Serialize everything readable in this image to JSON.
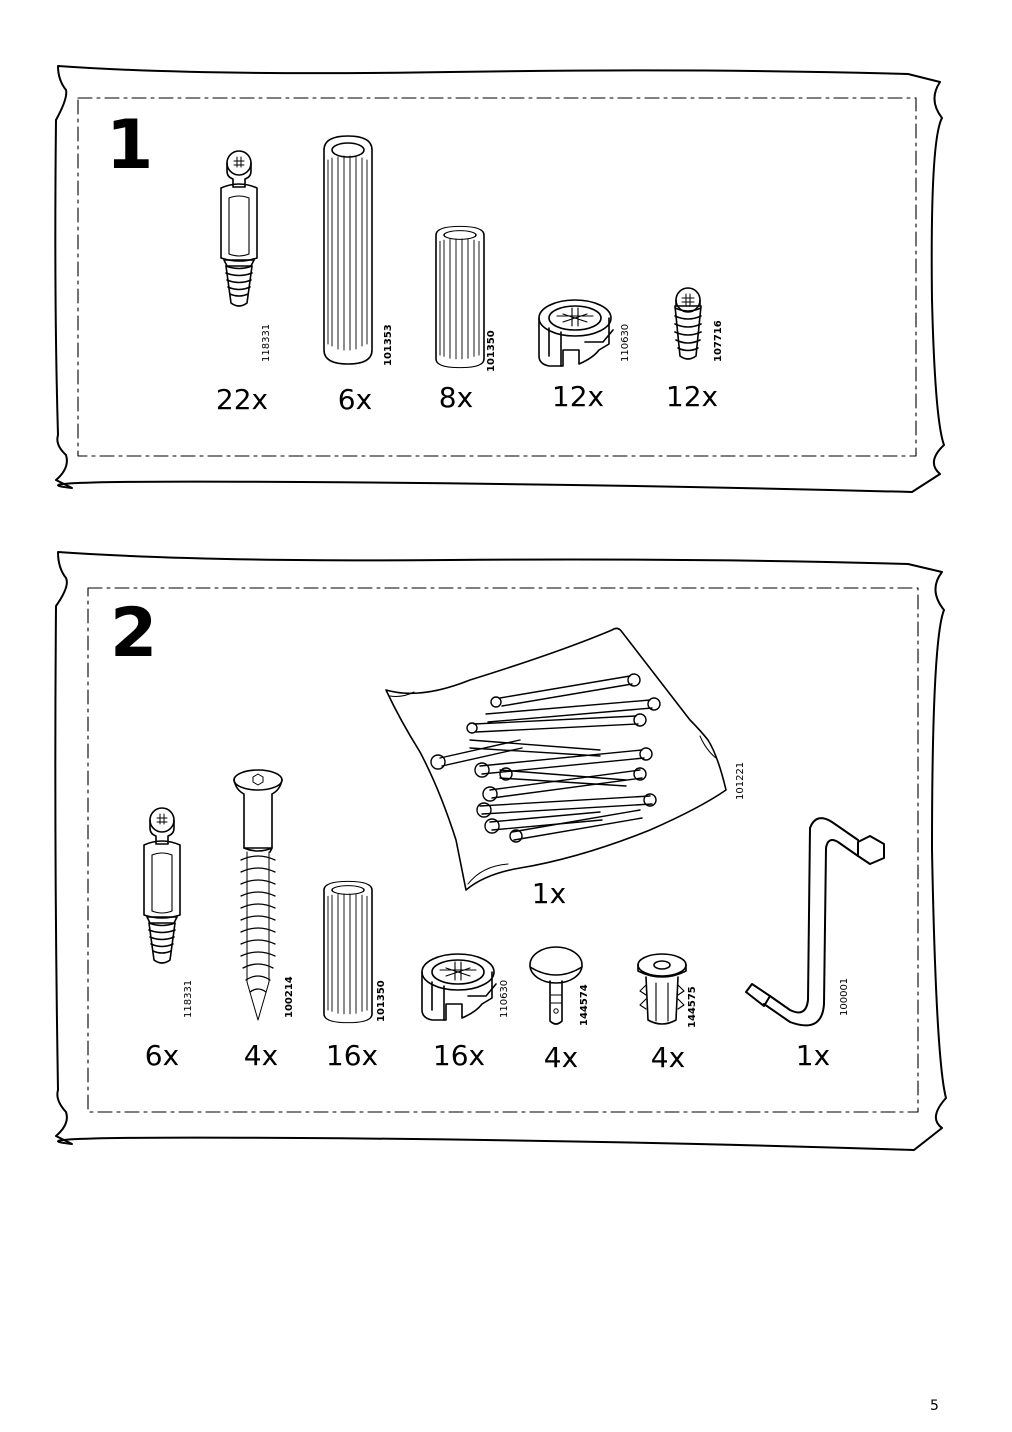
{
  "steps": [
    {
      "number": "1",
      "parts": [
        {
          "qty": "22x",
          "article": "118331",
          "icon": "cam-dowel-icon"
        },
        {
          "qty": "6x",
          "article": "101353",
          "icon": "long-wood-dowel-icon"
        },
        {
          "qty": "8x",
          "article": "101350",
          "icon": "wood-dowel-icon"
        },
        {
          "qty": "12x",
          "article": "110630",
          "icon": "cam-lock-icon"
        },
        {
          "qty": "12x",
          "article": "107716",
          "icon": "screw-anchor-icon"
        }
      ]
    },
    {
      "number": "2",
      "parts": [
        {
          "qty": "6x",
          "article": "118331",
          "icon": "cam-dowel-icon"
        },
        {
          "qty": "4x",
          "article": "100214",
          "icon": "screw-icon"
        },
        {
          "qty": "16x",
          "article": "101350",
          "icon": "wood-dowel-icon"
        },
        {
          "qty": "16x",
          "article": "110630",
          "icon": "cam-lock-icon"
        },
        {
          "qty": "4x",
          "article": "144574",
          "icon": "shelf-pin-icon"
        },
        {
          "qty": "4x",
          "article": "144575",
          "icon": "expansion-plug-icon"
        },
        {
          "qty": "1x",
          "article": "100001",
          "icon": "allen-key-icon"
        },
        {
          "qty": "1x",
          "article": "101221",
          "icon": "nail-bag-icon"
        }
      ]
    }
  ],
  "page_number": "5"
}
